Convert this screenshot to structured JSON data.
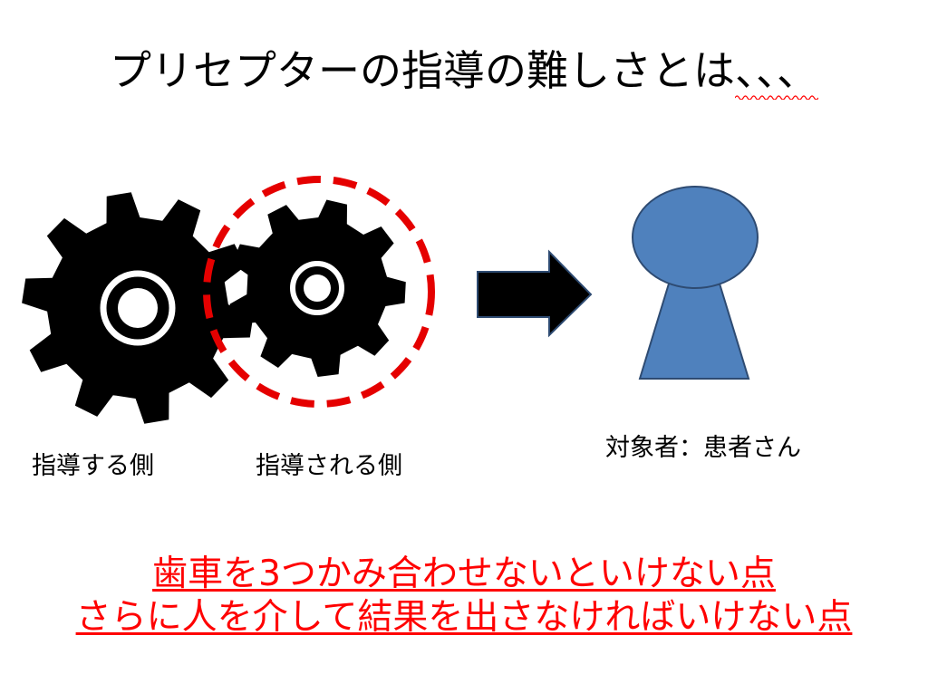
{
  "title": "プリセプターの指導の難しさとは",
  "title_tail": "、、、",
  "labels": {
    "teacher_side": "指導する側",
    "learner_side": "指導される側",
    "patient": "対象者：患者さん"
  },
  "conclusion": {
    "line1": "歯車を3つかみ合わせないといけない点",
    "line2": "さらに人を介して結果を出さなければいけない点"
  },
  "colors": {
    "gear": "#000000",
    "highlight_circle": "#e50000",
    "person_fill": "#4f81bd",
    "person_stroke": "#2e4b72",
    "conclusion_text": "#ff0000"
  },
  "icons": [
    "large-gear-icon",
    "small-gear-icon",
    "arrow-right-icon",
    "person-icon"
  ]
}
